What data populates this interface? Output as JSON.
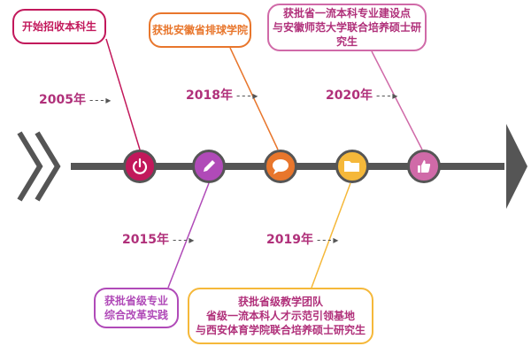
{
  "milestones": [
    {
      "year": "2005年",
      "text": [
        "开始招收本科生"
      ],
      "color": "#c2185b"
    },
    {
      "year": "2015年",
      "text": [
        "获批省级专业",
        "综合改革实践"
      ],
      "color": "#b04ab8"
    },
    {
      "year": "2018年",
      "text": [
        "获批安徽省排球学院"
      ],
      "color": "#e8762c"
    },
    {
      "year": "2019年",
      "text": [
        "获批省级教学团队",
        "省级一流本科人才示范引领基地",
        "与西安体育学院联合培养硕士研究生"
      ],
      "color": "#f5b83a"
    },
    {
      "year": "2020年",
      "text": [
        "获批省一流本科专业建设点",
        "与安徽师范大学联合培养硕士研究生"
      ],
      "color": "#d06aa8"
    }
  ],
  "arrow_dashes": "- - - ▸",
  "icons": [
    "power-icon",
    "pencil-icon",
    "speech-bubble-icon",
    "folder-icon",
    "thumbs-up-icon"
  ],
  "colors": {
    "axis": "#555555",
    "year_text": "#b0307a"
  }
}
